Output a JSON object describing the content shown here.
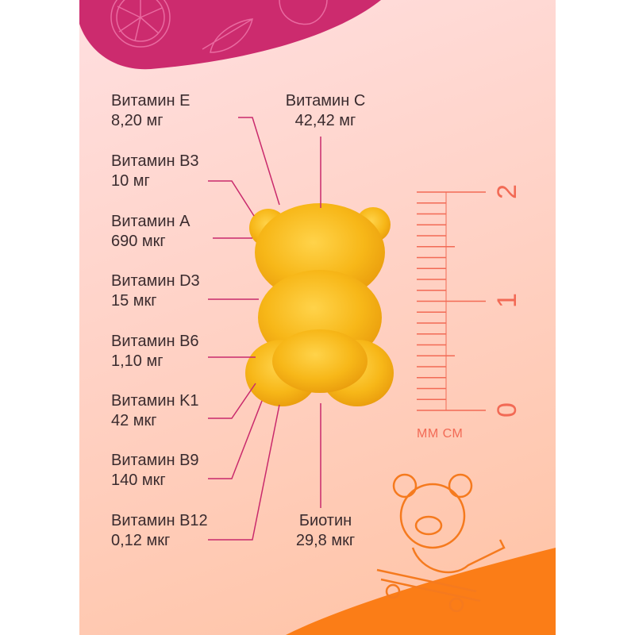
{
  "vitamins_left": [
    {
      "name": "Витамин E",
      "value": "8,20 мг"
    },
    {
      "name": "Витамин B3",
      "value": "10 мг"
    },
    {
      "name": "Витамин A",
      "value": "690 мкг"
    },
    {
      "name": "Витамин D3",
      "value": "15 мкг"
    },
    {
      "name": "Витамин B6",
      "value": "1,10 мг"
    },
    {
      "name": "Витамин K1",
      "value": "42 мкг"
    },
    {
      "name": "Витамин B9",
      "value": "140 мкг"
    },
    {
      "name": "Витамин B12",
      "value": "0,12 мкг"
    }
  ],
  "vitamin_top": {
    "name": "Витамин C",
    "value": "42,42 мг"
  },
  "vitamin_bottom": {
    "name": "Биотин",
    "value": "29,8 мкг"
  },
  "ruler": {
    "labels": [
      "2",
      "1",
      "0"
    ],
    "units": "ММ СМ",
    "range_cm": [
      0,
      2
    ]
  },
  "colors": {
    "accent": "#c92a6c",
    "ruler": "#f26a55",
    "bear": "#f7b718",
    "orange": "#fb7d17"
  }
}
